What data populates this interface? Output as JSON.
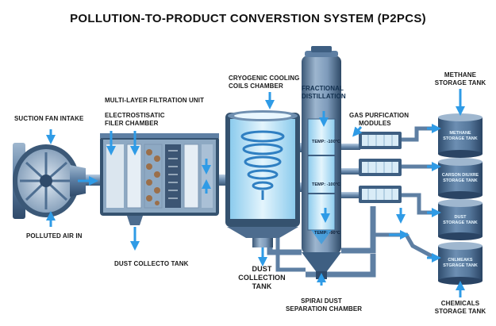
{
  "title": "POLLUTION-TO-PRODUCT CONVERSTION SYSTEM (P2PCS)",
  "labels": {
    "suction_fan": "SUCTION FAN INTAKE",
    "polluted_air": "POLLUTED AIR IN",
    "filtration_unit": "MULTI-LAYER FILTRATION UNIT",
    "electrostatic_line1": "ELECTROSTISATIC",
    "electrostatic_line2": "FILER CHAMBER",
    "dust_tank_small": "DUST COLLECTO TANK",
    "cryogenic_line1": "CRYOGENIC COOLING",
    "cryogenic_line2": "COILS CHAMBER",
    "dust_collection_line1": "DUST",
    "dust_collection_line2": "COLLECTION",
    "dust_collection_line3": "TANK",
    "fractional_line1": "FRACTIONAL",
    "fractional_line2": "DISTILLATION",
    "spiral_line1": "SPIRAI DUST",
    "spiral_line2": "SEPARATION CHAMBER",
    "gas_purif_line1": "GAS PURFICATION",
    "gas_purif_line2": "MODULES",
    "methane_line1": "METHANE",
    "methane_line2": "STORAGE TANK",
    "chemicals_line1": "CHEMICALS",
    "chemicals_line2": "STORAGE TANK"
  },
  "temps": [
    "TEMP: -100°C",
    "TEMP: -100°C",
    "TEMP: -90°C"
  ],
  "tanks": [
    {
      "line1": "METHANE",
      "line2": "STORAGE TANK"
    },
    {
      "line1": "CARSON DIUXRE",
      "line2": "STORAGE TANK"
    },
    {
      "line1": "DUST",
      "line2": "STORAGE TANK"
    },
    {
      "line1": "CNLMEAKS",
      "line2": "STGRAGE TANK"
    }
  ],
  "colors": {
    "steel_dark": "#3e5f82",
    "steel_mid": "#6f8fb0",
    "steel_light": "#b9cde0",
    "flow_arrow": "#2f9be6",
    "glass": "#bfe3f5"
  }
}
